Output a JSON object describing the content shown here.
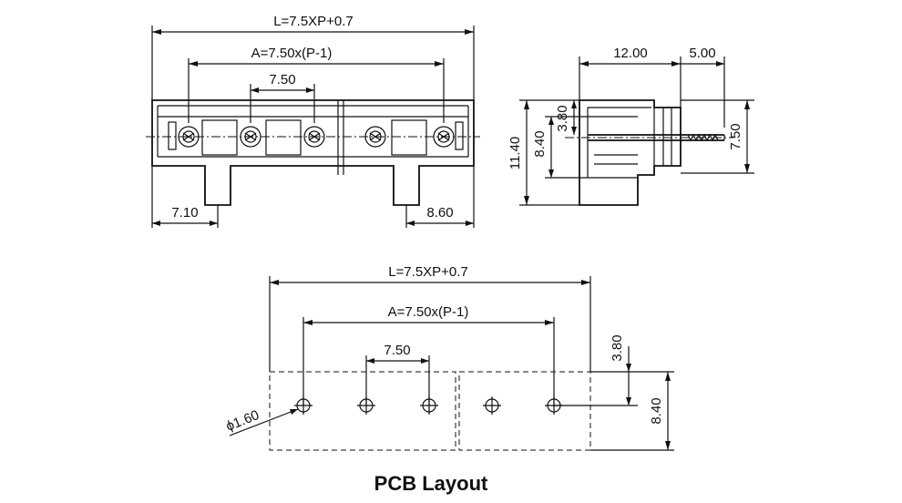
{
  "front_view": {
    "overall_length": "L=7.5XP+0.7",
    "pitch_span": "A=7.50x(P-1)",
    "pitch": "7.50",
    "left_offset": "7.10",
    "right_offset": "8.60"
  },
  "side_view": {
    "depth": "12.00",
    "pin_length": "5.00",
    "overall_height": "11.40",
    "body_height": "8.40",
    "pin_offset": "3.80",
    "pin_height": "7.50"
  },
  "pcb_layout": {
    "overall_length": "L=7.5XP+0.7",
    "pitch_span": "A=7.50x(P-1)",
    "pitch": "7.50",
    "hole_diameter": "ϕ1.60",
    "hole_offset": "3.80",
    "footprint_height": "8.40",
    "caption": "PCB Layout"
  }
}
